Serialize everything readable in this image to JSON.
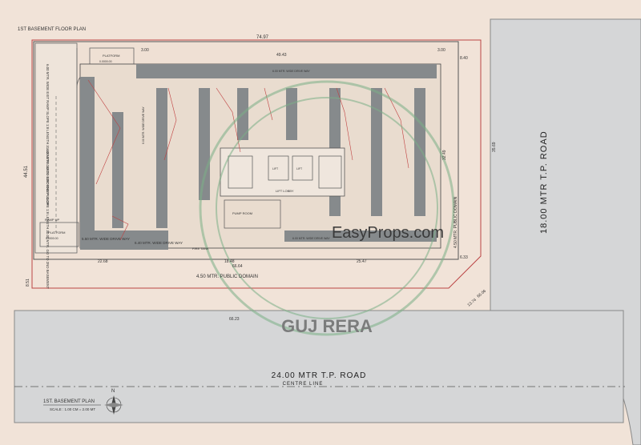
{
  "header": {
    "plan_title": "1ST BASEMENT FLOOR PLAN"
  },
  "dimensions": {
    "top_total": "74.97",
    "top_inner": "49.43",
    "left_setback": "3.00",
    "right_setback_top": "3.00",
    "right_gap": "8.40",
    "left_total": "44.51",
    "right_inner": "32.49",
    "right_road_side": "35.69",
    "bottom_left": "22.68",
    "bottom_mid_a": "18.48",
    "bottom_mid_b": "66.64",
    "bottom_right": "25.47",
    "bottom_right_small": "6.33",
    "bottom_left_side": "8.51",
    "road_edge": "66.23",
    "corner_a": "13.74",
    "corner_b": "66.06"
  },
  "ramps": {
    "exit_ramp": "6.00 MTR. WIDE EXIT RAMP SLOPE 1:8 LENGTH 31.32 MTR. GO TO GROUND FLOOR",
    "entry_ramp": "6.00 MTR. WIDE EXIT RAMP SLOPE 1:8 LENGTH 30.00 MTR. GO TO 2ND BASEMENT",
    "ramp_up": "RAMP UP",
    "platform_top": "PLATFORM",
    "platform_top_level": "0.0000.00",
    "platform_bottom": "PLATFORM",
    "platform_bottom_level": "0.0000.00"
  },
  "drive_ways": {
    "wide_left": "5.50 MTR. WIDE DRIVE WAY",
    "wide_mid": "6.40 MTR. WIDE DRIVE WAY",
    "top_row": "6.00 MTR. WIDE DRIVE WAY",
    "bottom_row": "6.00 MTR. WIDE DRIVE WAY",
    "vertical": "6.00 MTR. WIDE DRIVE WAY"
  },
  "rooms": {
    "pump_room": "PUMP ROOM",
    "fire_tank": "FIRE TANK",
    "lobby": "LIFT LOBBY",
    "lift_1": "LIFT",
    "lift_2": "LIFT"
  },
  "public_domain": {
    "bottom": "4.50 MTR. PUBLIC DOMAIN",
    "right": "4.50 MTR. PUBLIC DOMAIN"
  },
  "roads": {
    "right_road": "18.00 MTR T.P. ROAD",
    "bottom_road": "24.00 MTR T.P. ROAD",
    "centre_line": "CENTRE LINE"
  },
  "watermarks": {
    "seal_text": "GUJ RERA",
    "site_text": "EasyProps.com"
  },
  "footer": {
    "plan_label": "1ST. BASEMENT PLAN",
    "scale": "SCALE : 1.00 CM = 2.00 MT",
    "north_label": "N"
  },
  "colors": {
    "background": "#f1e3d8",
    "road": "#d5d6d7",
    "parking_block": "#868a8c",
    "plot_line": "#b44",
    "seal": "#7cb087"
  }
}
